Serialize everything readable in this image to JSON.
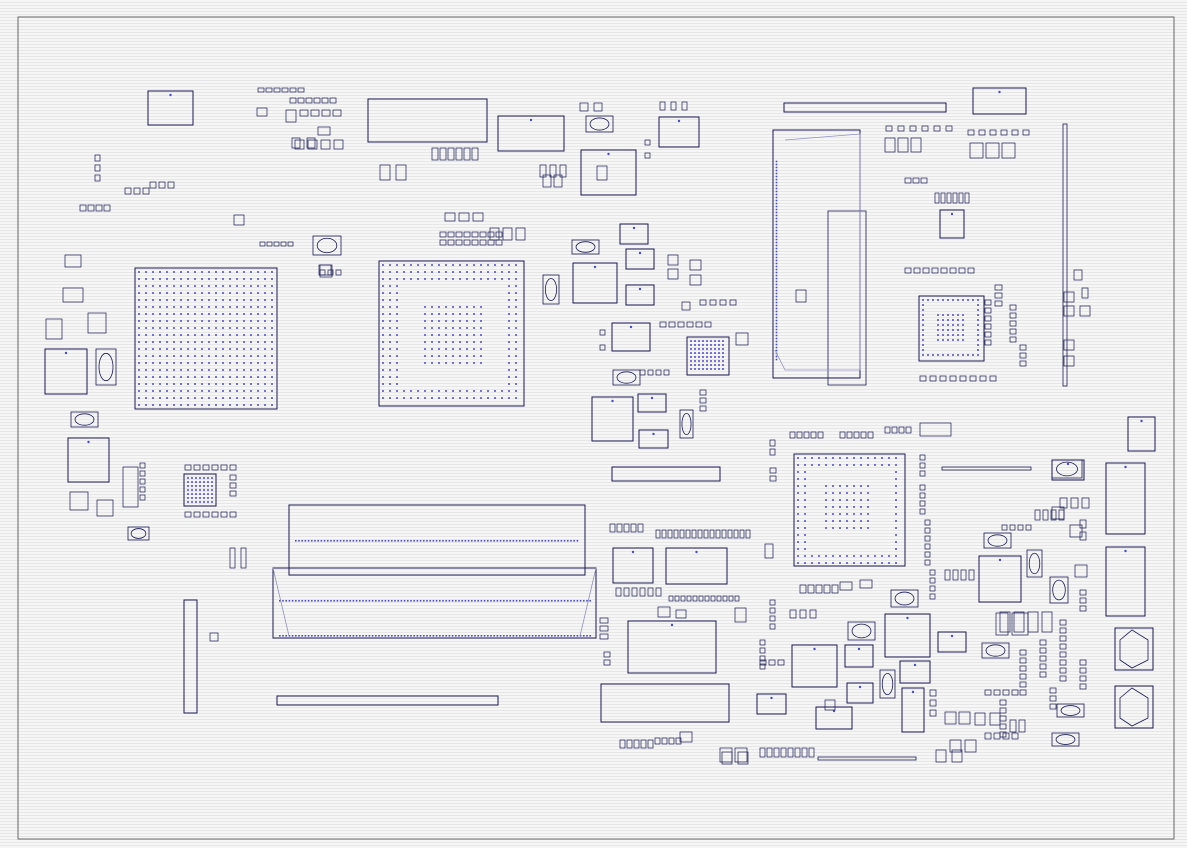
{
  "viewer": {
    "background": "#eeeeee",
    "board_outline_color": "#666666",
    "component_color": "#1a1a55",
    "pad_color": "#4a4ad0",
    "silkscreen_color": "#9090c0"
  },
  "board": {
    "components": [
      {
        "kind": "bga",
        "name": "bga-main-left",
        "pitch": 7,
        "hollow": false
      },
      {
        "kind": "bga",
        "name": "bga-main-center",
        "pitch": 7,
        "hollow": true
      },
      {
        "kind": "bga",
        "name": "bga-main-right",
        "pitch": 7,
        "hollow": true
      },
      {
        "kind": "bga",
        "name": "bga-small-right",
        "pitch": 5,
        "hollow": true
      },
      {
        "kind": "bga",
        "name": "qfn-center",
        "pitch": 4,
        "hollow": false
      },
      {
        "kind": "connector",
        "name": "so-dimm-connector-upper"
      },
      {
        "kind": "connector",
        "name": "so-dimm-connector-lower"
      },
      {
        "kind": "connector",
        "name": "display-connector-tall"
      },
      {
        "kind": "connector",
        "name": "edge-connector-bottom"
      },
      {
        "kind": "connector",
        "name": "edge-connector-top"
      },
      {
        "kind": "connector",
        "name": "header-top-center"
      },
      {
        "kind": "connector",
        "name": "header-bottom-center"
      },
      {
        "kind": "ic",
        "name": "ic-package"
      },
      {
        "kind": "crystal",
        "name": "crystal-oscillator"
      },
      {
        "kind": "passive",
        "name": "passive-component"
      }
    ]
  }
}
